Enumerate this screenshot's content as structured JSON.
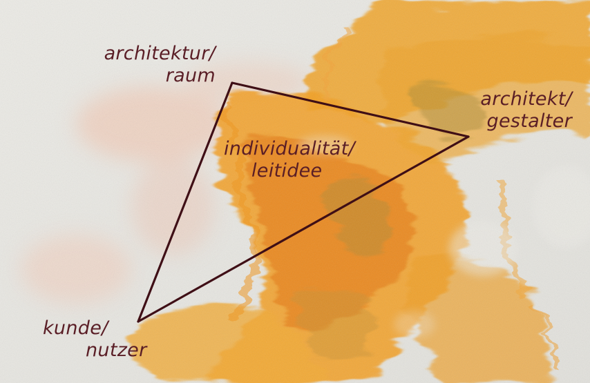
{
  "colors": {
    "line": "#3f0f16",
    "text": "#5a1e26",
    "paper": "#e9e8e3",
    "orange": "#f2a024",
    "orange_deep": "#e57f16",
    "ochre": "#b8892e",
    "pink_haze": "#f1b9a4"
  },
  "diagram": {
    "nodes": [
      {
        "id": "raum",
        "lines": [
          "architektur/",
          "raum"
        ]
      },
      {
        "id": "gestalter",
        "lines": [
          "architekt/",
          "gestalter"
        ]
      },
      {
        "id": "kunde",
        "lines": [
          "kunde/",
          "nutzer"
        ]
      }
    ],
    "center": {
      "lines": [
        "individualität/",
        "leitidee"
      ]
    },
    "edges": [
      {
        "from": "raum",
        "to": "gestalter"
      },
      {
        "from": "gestalter",
        "to": "kunde"
      },
      {
        "from": "kunde",
        "to": "raum"
      }
    ]
  }
}
